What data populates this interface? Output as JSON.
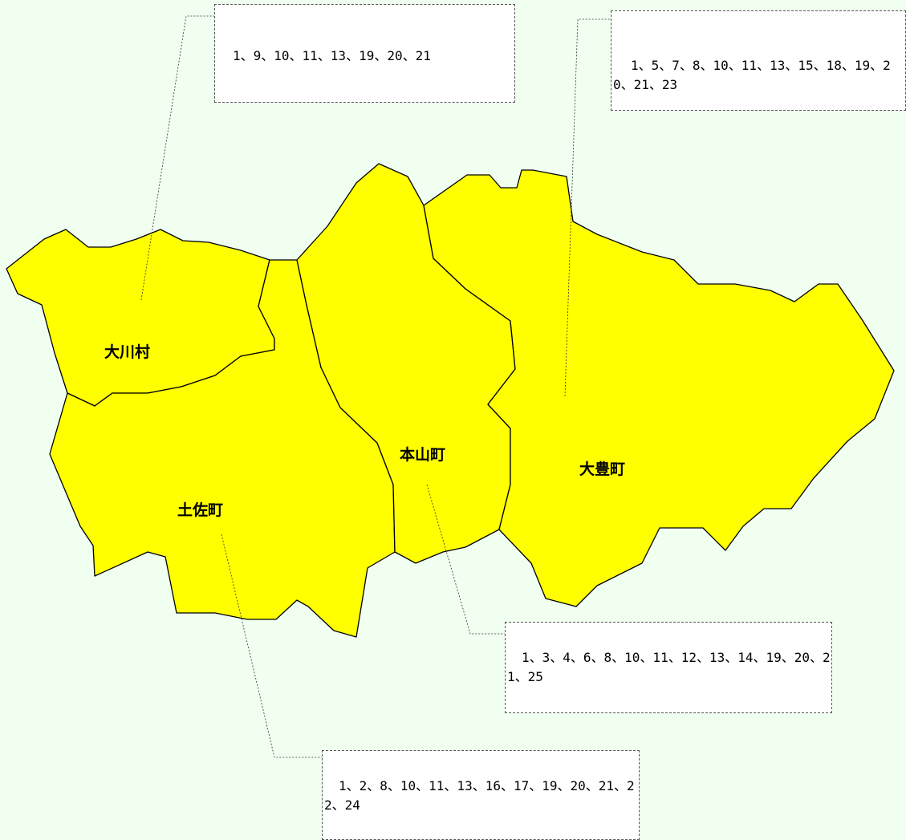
{
  "map": {
    "background_color": "#f0fff0",
    "region_fill": "#ffff00",
    "border_color": "#000000"
  },
  "regions": [
    {
      "id": "okawa",
      "name": "大川村",
      "numbers": "1、9、10、11、13、19、20、21"
    },
    {
      "id": "tosa",
      "name": "土佐町",
      "numbers": "1、2、8、10、11、13、16、17、19、20、21、22、24"
    },
    {
      "id": "motoyama",
      "name": "本山町",
      "numbers": "1、3、4、6、8、10、11、12、13、14、19、20、21、25"
    },
    {
      "id": "otoyo",
      "name": "大豊町",
      "numbers": "1、5、7、8、10、11、13、15、18、19、20、21、23"
    }
  ]
}
